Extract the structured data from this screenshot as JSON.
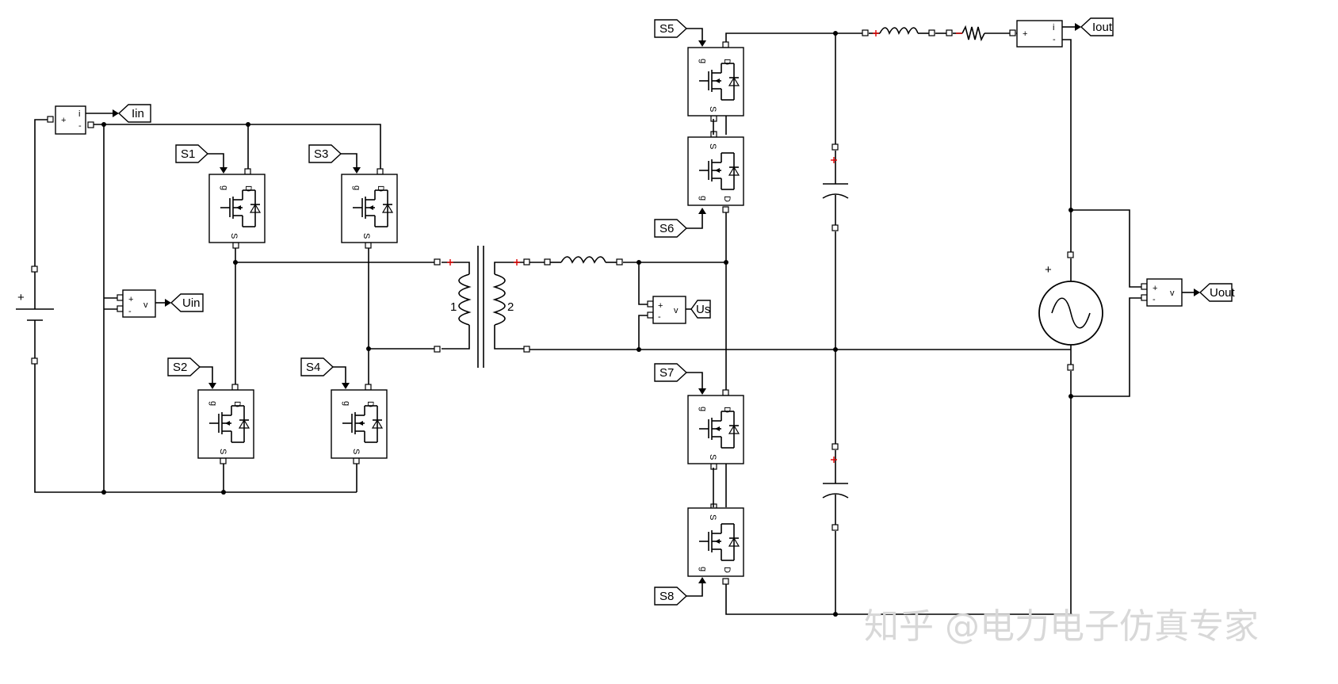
{
  "tags": {
    "s1": "S1",
    "s2": "S2",
    "s3": "S3",
    "s4": "S4",
    "s5": "S5",
    "s6": "S6",
    "s7": "S7",
    "s8": "S8",
    "iin": "Iin",
    "uin": "Uin",
    "us": "Us",
    "iout": "Iout",
    "uout": "Uout"
  },
  "transformer": {
    "primary": "1",
    "secondary": "2"
  },
  "meas": {
    "plus": "+",
    "minus": "-",
    "i": "i",
    "v": "v"
  },
  "mosfet": {
    "g": "g",
    "d": "D",
    "s": "S"
  },
  "source": {
    "plus": "+"
  },
  "watermark": "知乎 @电力电子仿真专家"
}
